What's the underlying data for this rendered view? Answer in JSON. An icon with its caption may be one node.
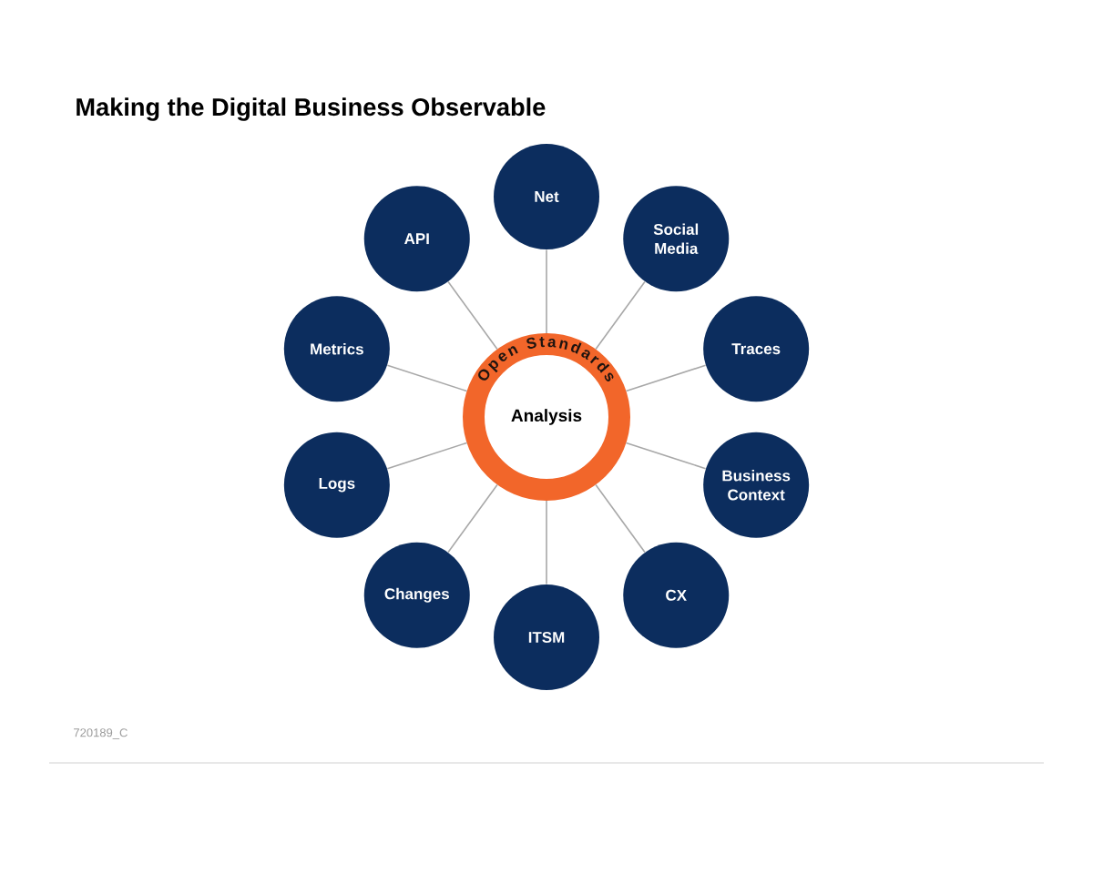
{
  "diagram": {
    "title": "Making the Digital Business Observable",
    "nodes": [
      {
        "text": [
          "Open Standards",
          "Analysis"
        ]
      },
      {
        "text": [
          "Net"
        ]
      },
      {
        "text": [
          "Social Media"
        ]
      },
      {
        "text": [
          "Traces"
        ]
      },
      {
        "text": [
          "Business Context"
        ]
      },
      {
        "text": [
          "CX"
        ]
      },
      {
        "text": [
          "ITSM"
        ]
      },
      {
        "text": [
          "Changes"
        ]
      },
      {
        "text": [
          "Logs"
        ]
      },
      {
        "text": [
          "Metrics"
        ]
      },
      {
        "text": [
          "API"
        ]
      }
    ],
    "edges": [
      {
        "from": 0,
        "to": 1,
        "arrow": "none"
      },
      {
        "from": 0,
        "to": 2,
        "arrow": "none"
      },
      {
        "from": 0,
        "to": 3,
        "arrow": "none"
      },
      {
        "from": 0,
        "to": 4,
        "arrow": "none"
      },
      {
        "from": 0,
        "to": 5,
        "arrow": "none"
      },
      {
        "from": 0,
        "to": 6,
        "arrow": "none"
      },
      {
        "from": 0,
        "to": 7,
        "arrow": "none"
      },
      {
        "from": 0,
        "to": 8,
        "arrow": "none"
      },
      {
        "from": 0,
        "to": 9,
        "arrow": "none"
      },
      {
        "from": 0,
        "to": 10,
        "arrow": "none"
      }
    ],
    "labels": [
      "720189_C"
    ]
  }
}
